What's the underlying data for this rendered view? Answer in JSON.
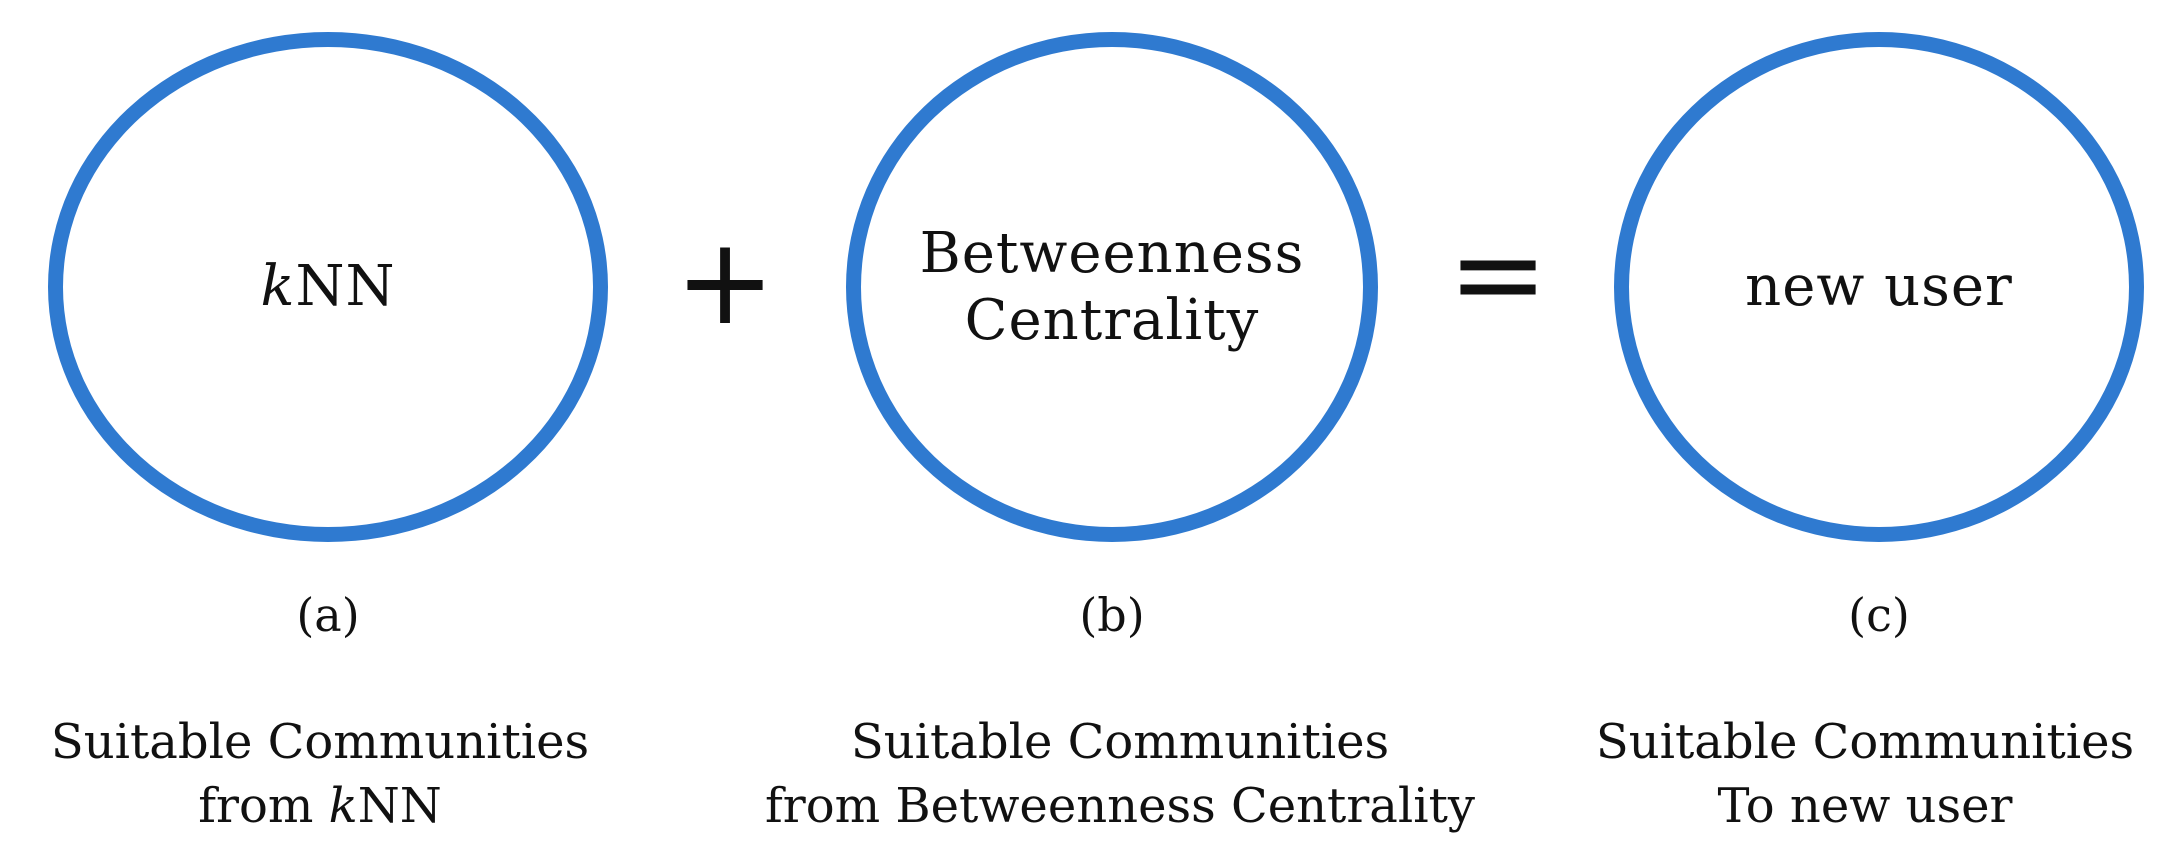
{
  "colors": {
    "circle_stroke": "#2f7ad0",
    "text": "#111111",
    "background": "#ffffff"
  },
  "nodes": [
    {
      "id": "a",
      "circle_text_italic": "k",
      "circle_text_rest": "NN",
      "sublabel": "(a)",
      "caption_line1": "Suitable Communities",
      "caption_line2_prefix": "from ",
      "caption_line2_italic": "k",
      "caption_line2_rest": "NN"
    },
    {
      "id": "b",
      "circle_text_line1": "Betweenness",
      "circle_text_line2": "Centrality",
      "sublabel": "(b)",
      "caption_line1": "Suitable Communities",
      "caption_line2": "from Betweenness Centrality"
    },
    {
      "id": "c",
      "circle_text": "new user",
      "sublabel": "(c)",
      "caption_line1": "Suitable Communities",
      "caption_line2": "To new user"
    }
  ],
  "operators": {
    "plus": "+",
    "equals": "="
  }
}
